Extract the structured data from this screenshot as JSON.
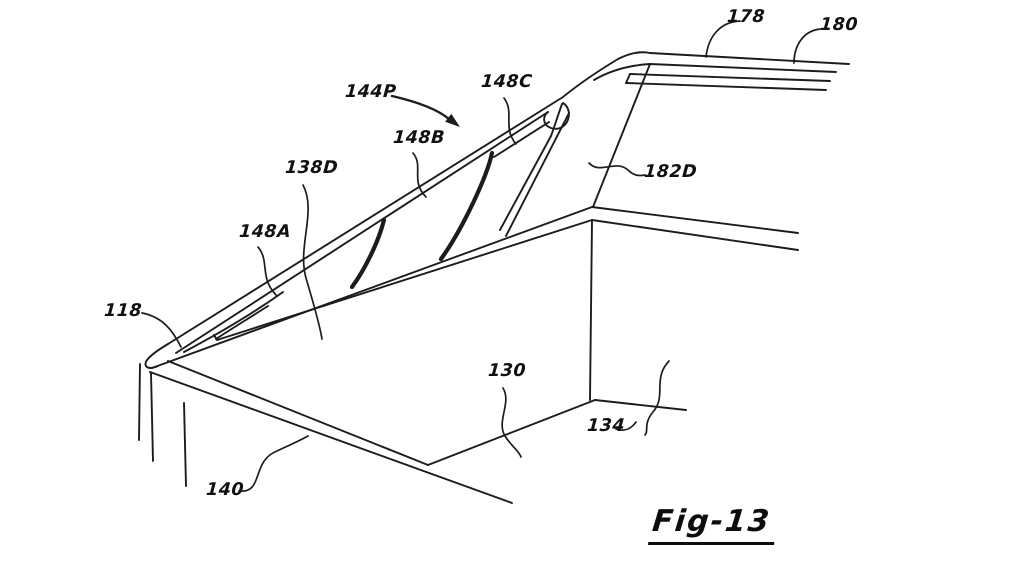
{
  "figure": {
    "caption": "Fig-13",
    "labels": {
      "n118": "118",
      "n130": "130",
      "n134": "134",
      "n138D": "138D",
      "n140": "140",
      "n144P": "144P",
      "n148A": "148A",
      "n148B": "148B",
      "n148C": "148C",
      "n178": "178",
      "n180": "180",
      "n182D": "182D"
    },
    "colors": {
      "ink": "#1c1c1c",
      "background": "#ffffff"
    }
  }
}
